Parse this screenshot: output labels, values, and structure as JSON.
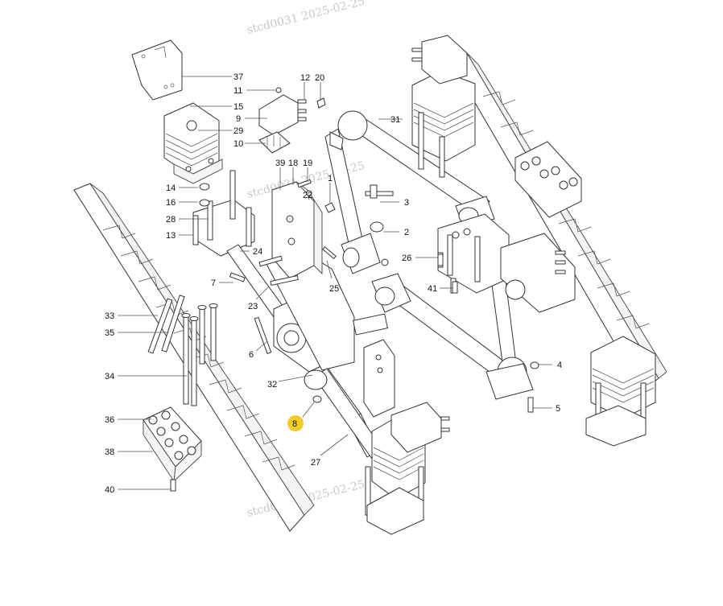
{
  "watermarks": [
    {
      "text": "stcd0031   2025-02-25"
    },
    {
      "text": "stcd0031   2025-02-25"
    },
    {
      "text": "stcd0031   2025-02-25"
    }
  ],
  "callouts": [
    {
      "id": "37",
      "text": "37"
    },
    {
      "id": "11",
      "text": "11"
    },
    {
      "id": "12",
      "text": "12"
    },
    {
      "id": "20",
      "text": "20"
    },
    {
      "id": "15",
      "text": "15"
    },
    {
      "id": "9",
      "text": "9"
    },
    {
      "id": "29",
      "text": "29"
    },
    {
      "id": "10",
      "text": "10"
    },
    {
      "id": "31",
      "text": "31"
    },
    {
      "id": "39",
      "text": "39"
    },
    {
      "id": "18",
      "text": "18"
    },
    {
      "id": "19",
      "text": "19"
    },
    {
      "id": "14",
      "text": "14"
    },
    {
      "id": "22",
      "text": "22"
    },
    {
      "id": "1",
      "text": "1"
    },
    {
      "id": "16",
      "text": "16"
    },
    {
      "id": "3",
      "text": "3"
    },
    {
      "id": "28",
      "text": "28"
    },
    {
      "id": "13",
      "text": "13"
    },
    {
      "id": "2",
      "text": "2"
    },
    {
      "id": "24",
      "text": "24"
    },
    {
      "id": "26",
      "text": "26"
    },
    {
      "id": "7",
      "text": "7"
    },
    {
      "id": "25",
      "text": "25"
    },
    {
      "id": "41",
      "text": "41"
    },
    {
      "id": "23",
      "text": "23"
    },
    {
      "id": "33",
      "text": "33"
    },
    {
      "id": "35",
      "text": "35"
    },
    {
      "id": "6",
      "text": "6"
    },
    {
      "id": "4",
      "text": "4"
    },
    {
      "id": "34",
      "text": "34"
    },
    {
      "id": "32",
      "text": "32"
    },
    {
      "id": "5",
      "text": "5"
    },
    {
      "id": "8",
      "text": "8",
      "highlighted": true
    },
    {
      "id": "36",
      "text": "36"
    },
    {
      "id": "27",
      "text": "27"
    },
    {
      "id": "38",
      "text": "38"
    },
    {
      "id": "40",
      "text": "40"
    }
  ],
  "colors": {
    "highlight": "#f2cc2c",
    "line": "#333333",
    "watermark": "#c9c9c9"
  }
}
